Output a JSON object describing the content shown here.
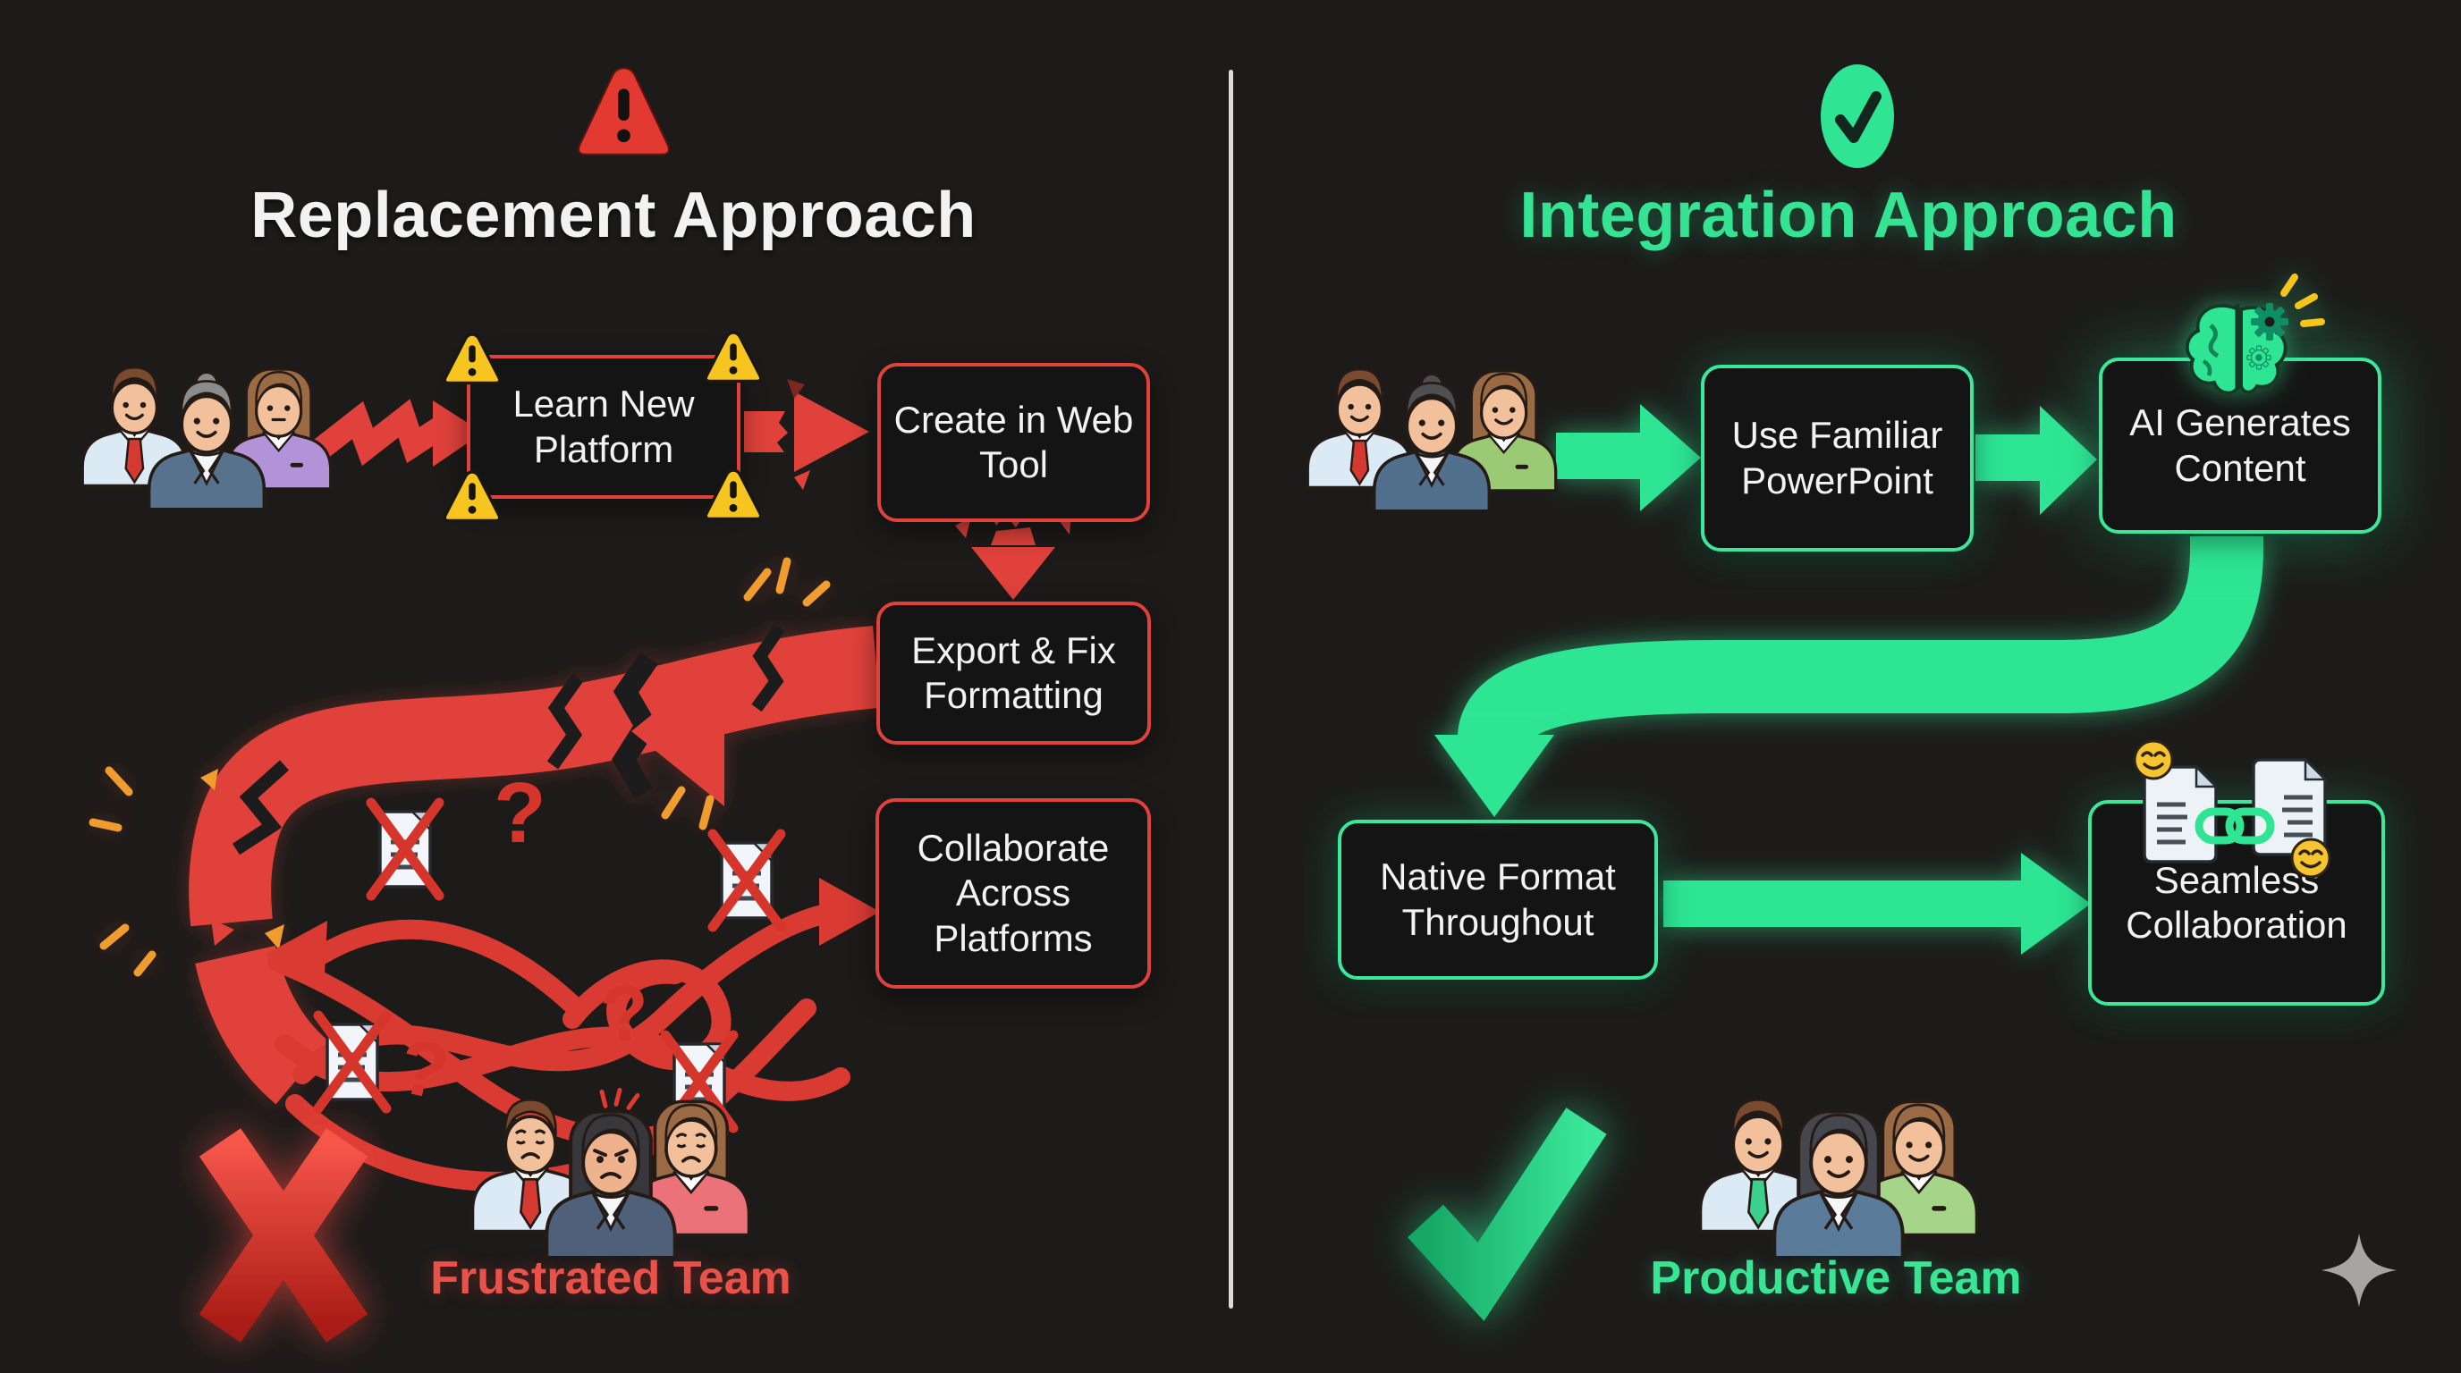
{
  "left_panel": {
    "icon": "alert-triangle",
    "title": "Replacement Approach",
    "steps": [
      "Learn New Platform",
      "Create in Web Tool",
      "Export & Fix Formatting",
      "Collaborate Across Platforms"
    ],
    "question_mark": "?",
    "result_icon": "x-mark",
    "caption": "Frustrated Team"
  },
  "right_panel": {
    "icon": "check-circle",
    "title": "Integration Approach",
    "steps": [
      "Use Familiar PowerPoint",
      "AI Generates Content",
      "Native Format Throughout",
      "Seamless Collaboration"
    ],
    "result_icon": "checkmark",
    "caption": "Productive Team"
  },
  "colors": {
    "background": "#1c1b1a",
    "red": "#e0423b",
    "green": "#2fe594",
    "yellow": "#f6c51f",
    "orange": "#f09c2e",
    "white_text": "#f2f2f2"
  }
}
